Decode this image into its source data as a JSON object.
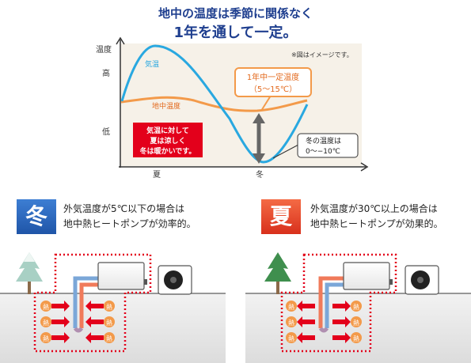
{
  "header": {
    "line1": "地中の温度は季節に関係なく",
    "line2": "1年を通して一定。"
  },
  "chart": {
    "y_axis_label": "温度",
    "y_high": "高",
    "y_low": "低",
    "x_summer": "夏",
    "x_winter": "冬",
    "note": "※図はイメージです。",
    "air_label": "気温",
    "ground_label": "地中温度",
    "constant_callout_line1": "1年中一定温度",
    "constant_callout_line2": "（5〜15℃）",
    "effect_line1": "気温に対して",
    "effect_line2": "夏は涼しく",
    "effect_line3": "冬は暖かいです。",
    "winter_temp_line1": "冬の温度は",
    "winter_temp_line2": "0〜−10℃",
    "colors": {
      "air": "#29a8e0",
      "ground": "#f39a4a",
      "effect_box": "#e3001b",
      "arrow": "#666666"
    }
  },
  "winter": {
    "badge": "冬",
    "desc_line1": "外気温度が5℃以下の場合は",
    "desc_line2": "地中熱ヒートポンプが効率的。",
    "heat_label": "熱"
  },
  "summer": {
    "badge": "夏",
    "desc_line1": "外気温度が30℃以上の場合は",
    "desc_line2": "地中熱ヒートポンプが効果的。",
    "heat_label": "熱"
  }
}
